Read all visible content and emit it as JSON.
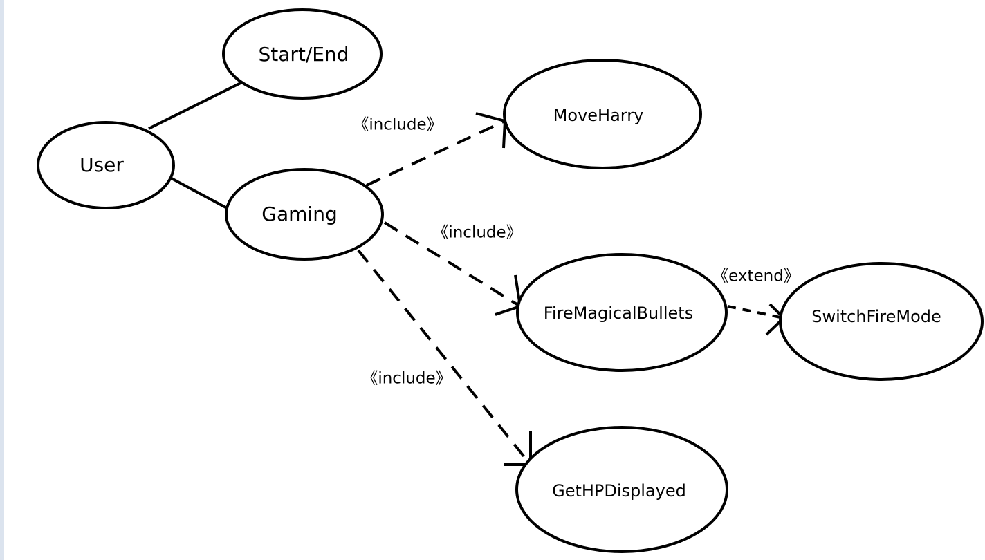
{
  "nodes": {
    "user": "User",
    "start_end": "Start/End",
    "gaming": "Gaming",
    "move_harry": "MoveHarry",
    "fire_bullets": "FireMagicalBullets",
    "switch_fire_mode": "SwitchFireMode",
    "get_hp": "GetHPDisplayed"
  },
  "relations": {
    "include_move": "《include》",
    "include_fire": "《include》",
    "include_hp": "《include》",
    "extend_switch": "《extend》"
  }
}
